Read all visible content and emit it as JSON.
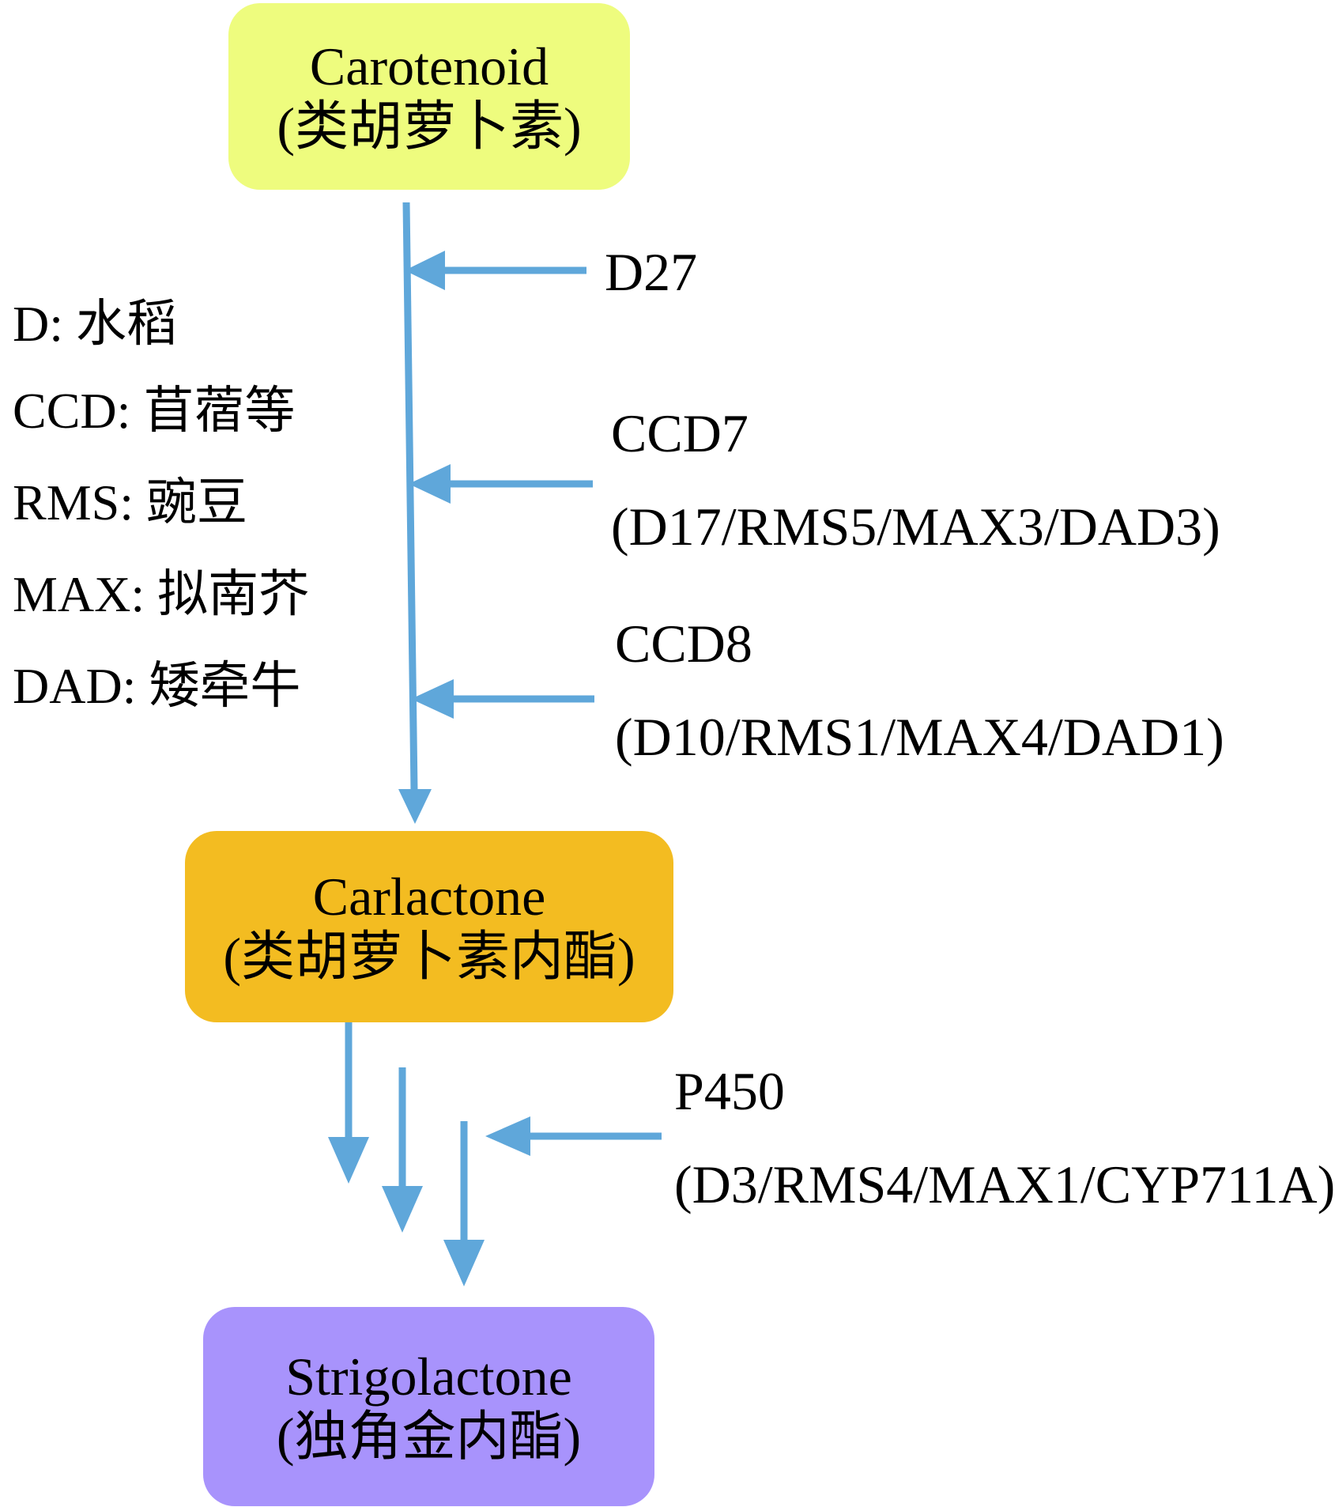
{
  "nodes": {
    "carotenoid": {
      "name": "Carotenoid",
      "cn": "(类胡萝卜素)",
      "color": "#eefc7e"
    },
    "carlactone": {
      "name": "Carlactone",
      "cn": "(类胡萝卜素内酯)",
      "color": "#f3bc21"
    },
    "strigolactone": {
      "name": "Strigolactone",
      "cn": "(独角金内酯)",
      "color": "#a893fc"
    }
  },
  "enzymes": {
    "d27": {
      "label": "D27"
    },
    "ccd7": {
      "label": "CCD7",
      "genes": "(D17/RMS5/MAX3/DAD3)"
    },
    "ccd8": {
      "label": "CCD8",
      "genes": "(D10/RMS1/MAX4/DAD1)"
    },
    "p450": {
      "label": "P450",
      "genes": "(D3/RMS4/MAX1/CYP711A)"
    }
  },
  "legend": [
    "D: 水稻",
    "CCD: 苜蓿等",
    "RMS: 豌豆",
    "MAX: 拟南芥",
    "DAD: 矮牵牛"
  ],
  "arrow_color": "#5fa7da"
}
